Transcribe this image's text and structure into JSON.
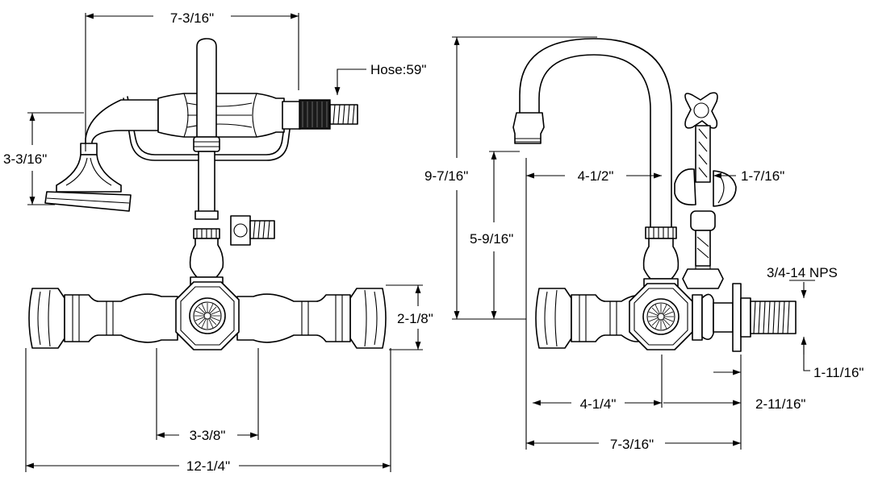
{
  "colors": {
    "line": "#000000",
    "background": "#ffffff",
    "dark_fitting": "#1a1a1a"
  },
  "front_view": {
    "dim_top_width": "7-3/16\"",
    "dim_hose": "Hose:59\"",
    "dim_handshower_height": "3-3/16\"",
    "dim_body_height": "2-1/8\"",
    "dim_centers": "3-3/8\"",
    "dim_overall_width": "12-1/4\""
  },
  "side_view": {
    "dim_total_height": "9-7/16\"",
    "dim_spout_clearance": "5-9/16\"",
    "dim_spout_reach": "4-1/2\"",
    "dim_handshower_head": "1-7/16\"",
    "dim_thread": "3/4-14 NPS",
    "dim_shank_length": "1-11/16\"",
    "dim_body_to_wall": "4-1/4\"",
    "dim_wall_offset": "2-11/16\"",
    "dim_overall_depth": "7-3/16\""
  }
}
